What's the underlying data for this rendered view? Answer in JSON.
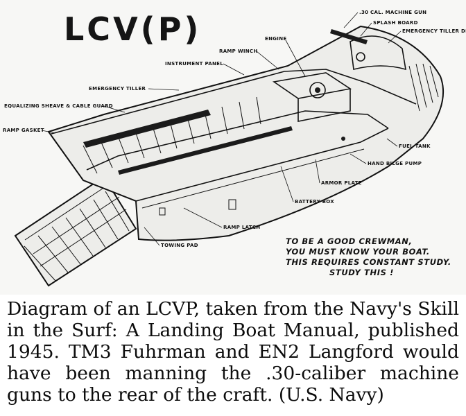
{
  "diagram": {
    "title": "LCV(P)",
    "labels": {
      "machine_gun": ".30 CAL. MACHINE GUN",
      "splash_board": "SPLASH BOARD",
      "emergency_tiller_deck_plate": "EMERGENCY TILLER DECK PLATE",
      "engine": "ENGINE",
      "ramp_winch": "RAMP WINCH",
      "instrument_panel": "INSTRUMENT PANEL",
      "emergency_tiller": "EMERGENCY TILLER",
      "equalizing_sheave": "EQUALIZING SHEAVE & CABLE GUARD",
      "ramp_gasket": "RAMP GASKET",
      "fuel_tank": "FUEL TANK",
      "hand_bilge_pump": "HAND BILGE PUMP",
      "armor_plate": "ARMOR PLATE",
      "battery_box": "BATTERY BOX",
      "ramp_latch": "RAMP LATCH",
      "towing_pad": "TOWING PAD"
    },
    "note_lines": [
      "TO BE A GOOD CREWMAN,",
      "YOU MUST KNOW YOUR BOAT.",
      "THIS REQUIRES CONSTANT STUDY.",
      "STUDY THIS !"
    ]
  },
  "caption": "Diagram of an LCVP, taken from the Navy's Skill in the Surf: A Landing Boat Manual, published 1945. TM3 Fuhrman and EN2 Langford would have been manning the .30-caliber machine guns to the rear of the craft. (U.S. Navy)"
}
